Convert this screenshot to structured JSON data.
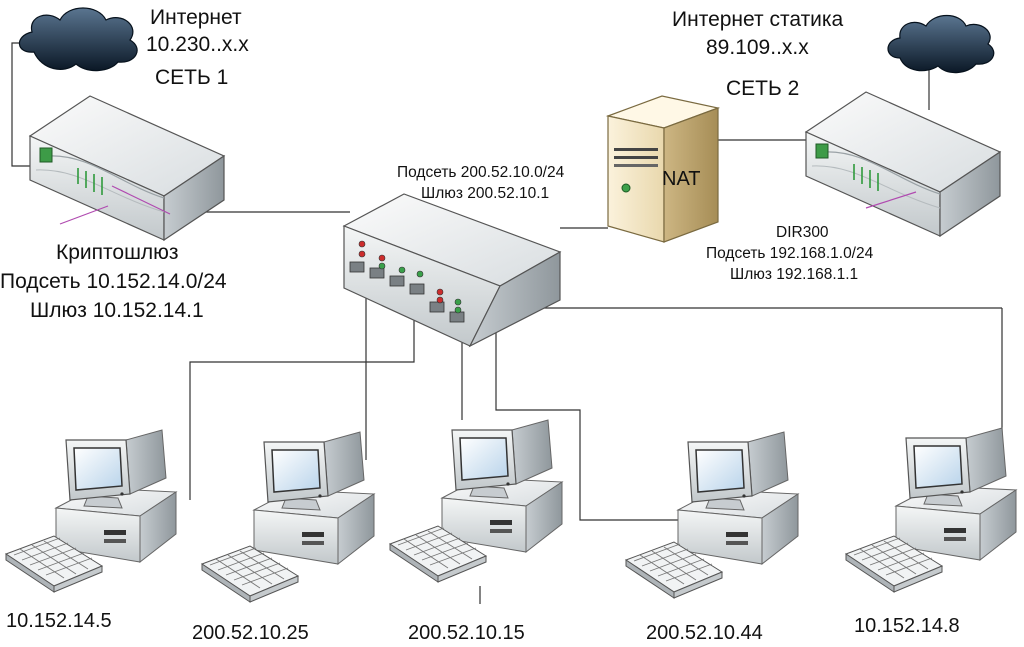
{
  "net1": {
    "title": "Интернет",
    "address": "10.230..x.x",
    "name": "СЕТЬ 1"
  },
  "net2": {
    "title": "Интернет статика",
    "address": "89.109..x.x",
    "name": "СЕТЬ 2"
  },
  "crypto_gateway": {
    "name": "Криптошлюз",
    "subnet": "Подсеть 10.152.14.0/24",
    "gateway": "Шлюз 10.152.14.1"
  },
  "switch": {
    "subnet": "Подсеть 200.52.10.0/24",
    "gateway": "Шлюз 200.52.10.1"
  },
  "nat_server": {
    "label": "NAT"
  },
  "dir_router": {
    "model": "DIR300",
    "subnet": "Подсеть 192.168.1.0/24",
    "gateway": "Шлюз 192.168.1.1"
  },
  "computers": [
    {
      "ip": "10.152.14.5"
    },
    {
      "ip": "200.52.10.25"
    },
    {
      "ip": "200.52.10.15"
    },
    {
      "ip": "200.52.10.44"
    },
    {
      "ip": "10.152.14.8"
    }
  ]
}
